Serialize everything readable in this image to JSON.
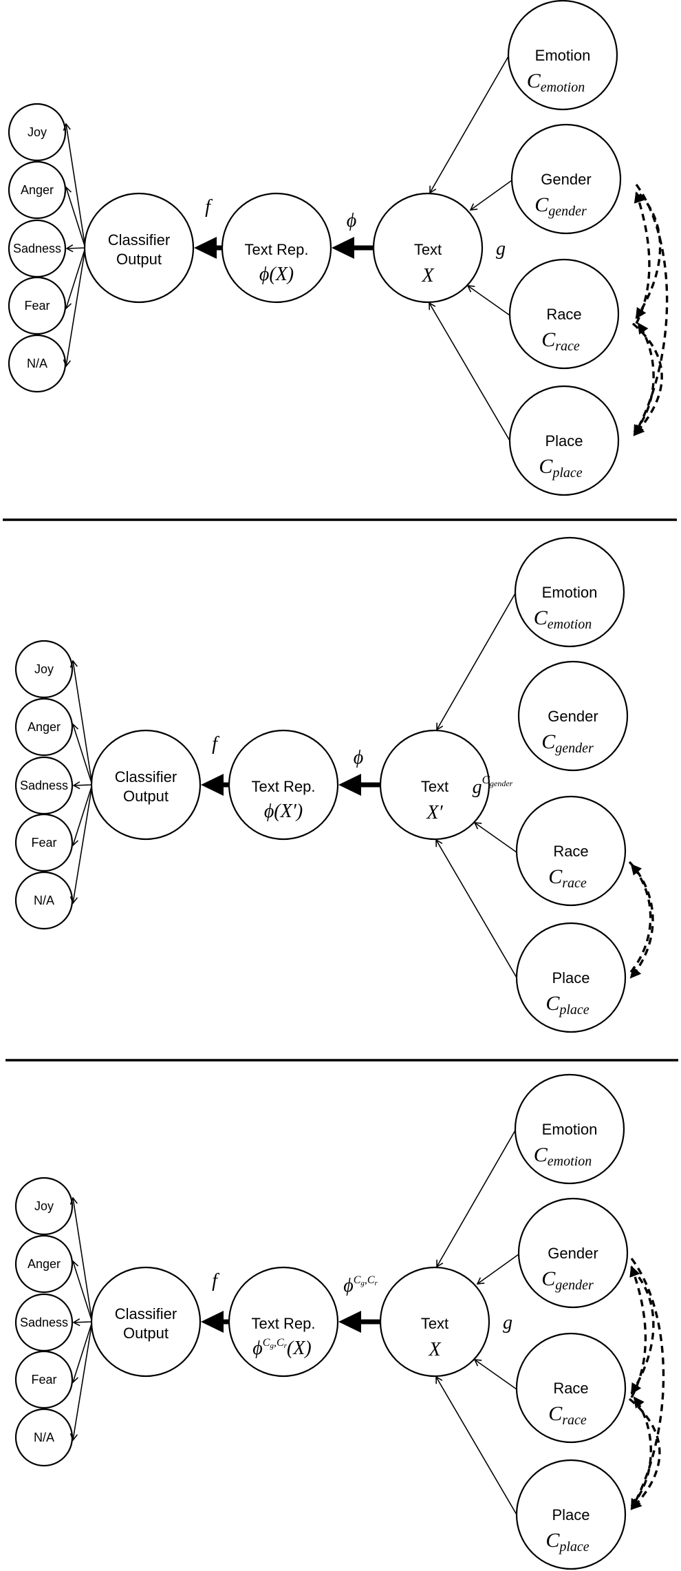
{
  "labels": {
    "joy": "Joy",
    "anger": "Anger",
    "sadness": "Sadness",
    "fear": "Fear",
    "na": "N/A",
    "classifier_line1": "Classifier",
    "classifier_line2": "Output",
    "textrep": "Text Rep.",
    "text": "Text",
    "emotion": "Emotion",
    "gender": "Gender",
    "race": "Race",
    "place": "Place"
  },
  "math": {
    "f": "f",
    "phi": "ϕ",
    "g": "g",
    "C": "C",
    "X": "X",
    "X_prime": "X′",
    "phi_X": "ϕ(X)",
    "phi_X_prime": "ϕ(X′)",
    "phi_sup": "C",
    "sub_g": "g",
    "sub_r": "r",
    "sub_emotion": "emotion",
    "sub_gender": "gender",
    "sub_race": "race",
    "sub_place": "place",
    "g_sup_gender": "C",
    "X_paren": "(X)"
  }
}
